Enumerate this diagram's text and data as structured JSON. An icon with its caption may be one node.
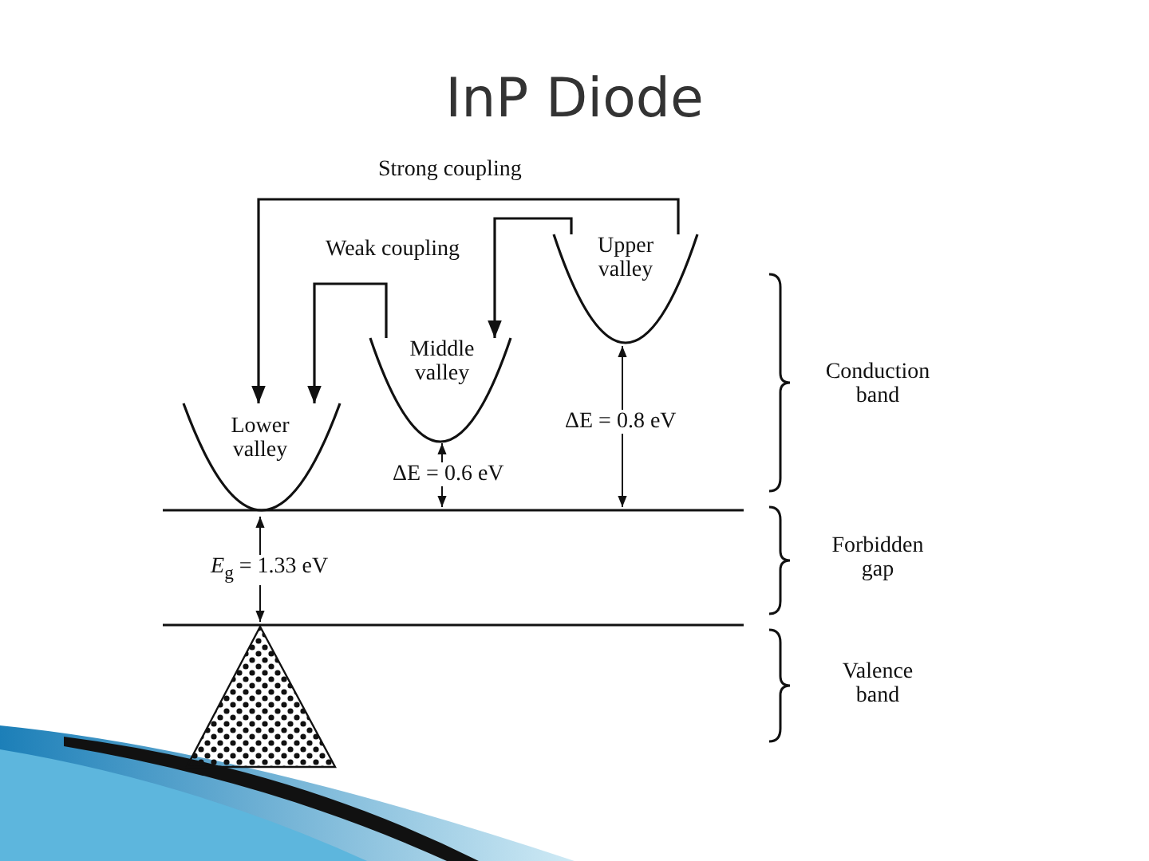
{
  "diagram": {
    "title": "InP Diode",
    "nodes": [
      {
        "text": [
          "Upper valley"
        ]
      },
      {
        "text": [
          "Middle valley"
        ]
      },
      {
        "text": [
          "Lower valley"
        ]
      }
    ],
    "edges": [
      {
        "from": 0,
        "to": 2,
        "arrow": "to",
        "label": "Strong coupling"
      },
      {
        "from": 0,
        "to": 1,
        "arrow": "to",
        "label": "Weak coupling"
      },
      {
        "from": 1,
        "to": 2,
        "arrow": "to"
      }
    ],
    "labels": [
      "ΔE = 0.8 eV",
      "Conduction band",
      "ΔE = 0.6 eV",
      "Forbidden gap",
      "*E*$_{g}$ = 1.33 eV",
      "Valence band"
    ]
  }
}
